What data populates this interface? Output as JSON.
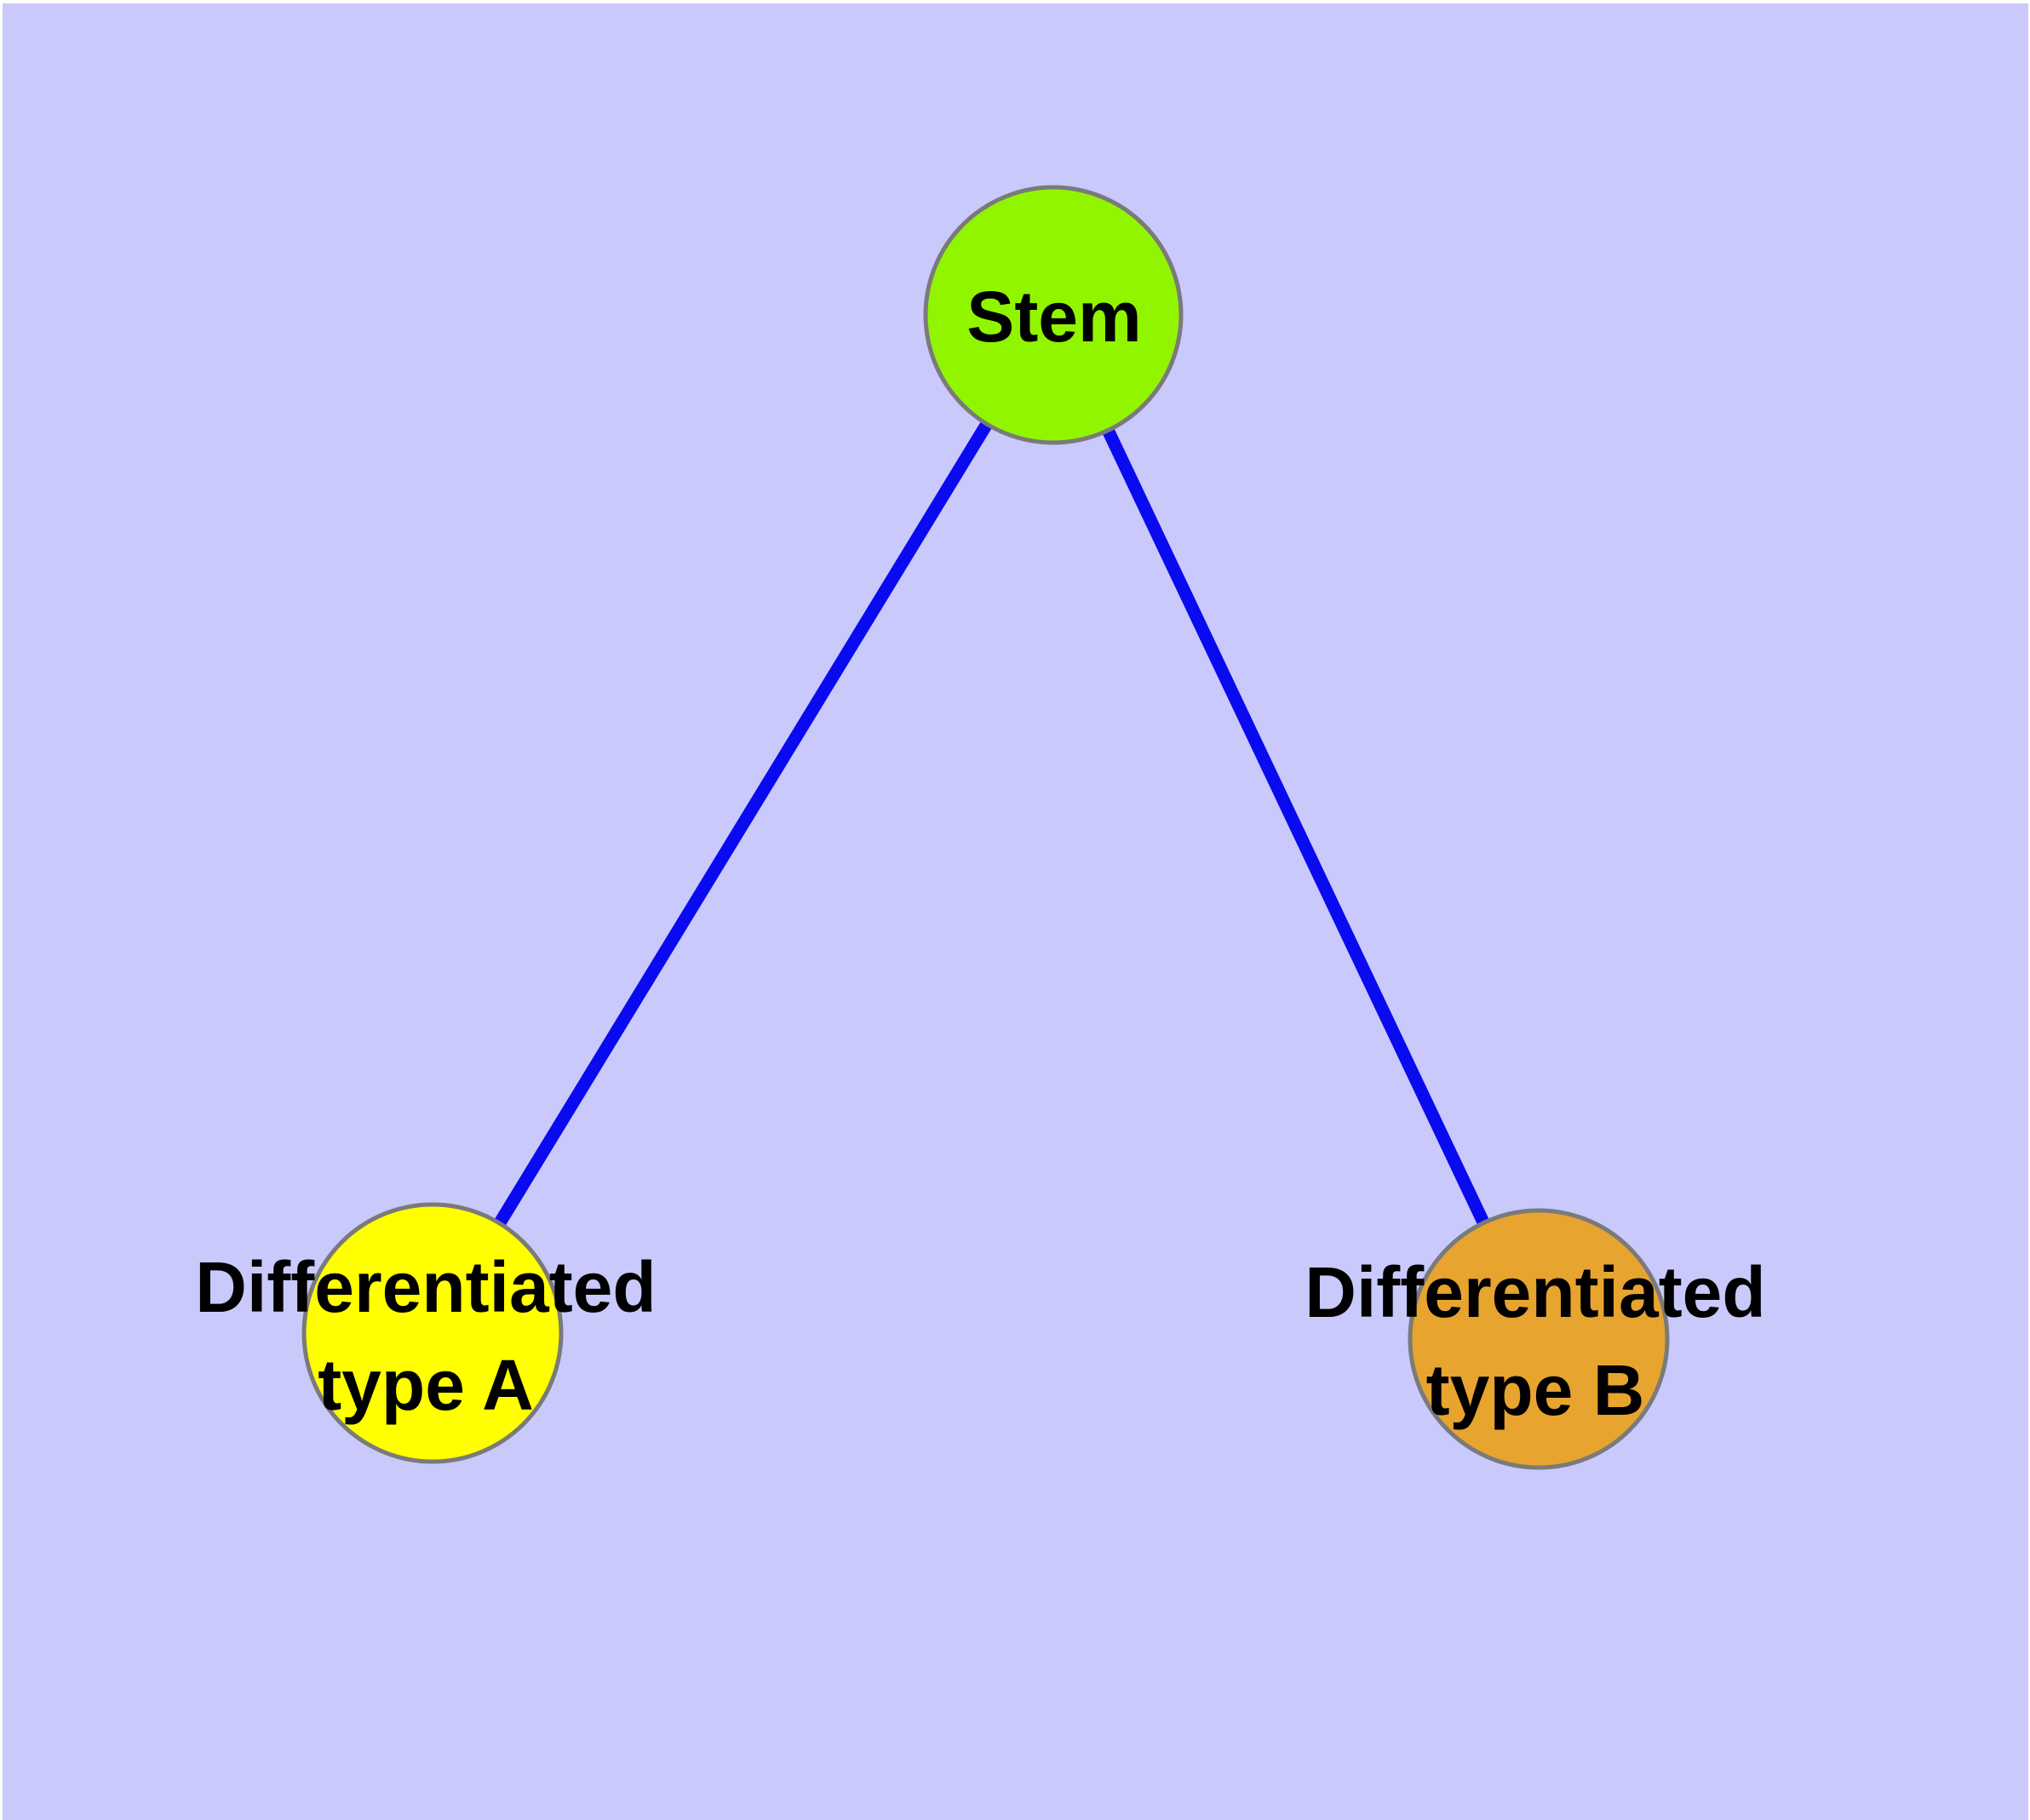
{
  "diagram": {
    "background_color": "#c9c9fb",
    "margin_color": "#ffffff",
    "edge_color": "#0a0af0",
    "node_border_color": "#7a7a7a",
    "label_color": "#000000",
    "nodes": {
      "stem": {
        "label": "Stem",
        "fill": "#92f500"
      },
      "type_a": {
        "label_line1": "Differentiated",
        "label_line2": "type A",
        "fill": "#ffff00"
      },
      "type_b": {
        "label_line1": "Differentiated",
        "label_line2": "type B",
        "fill": "#e7a42e"
      }
    },
    "edges": [
      {
        "from": "stem",
        "to": "type_a"
      },
      {
        "from": "stem",
        "to": "type_b"
      }
    ]
  }
}
